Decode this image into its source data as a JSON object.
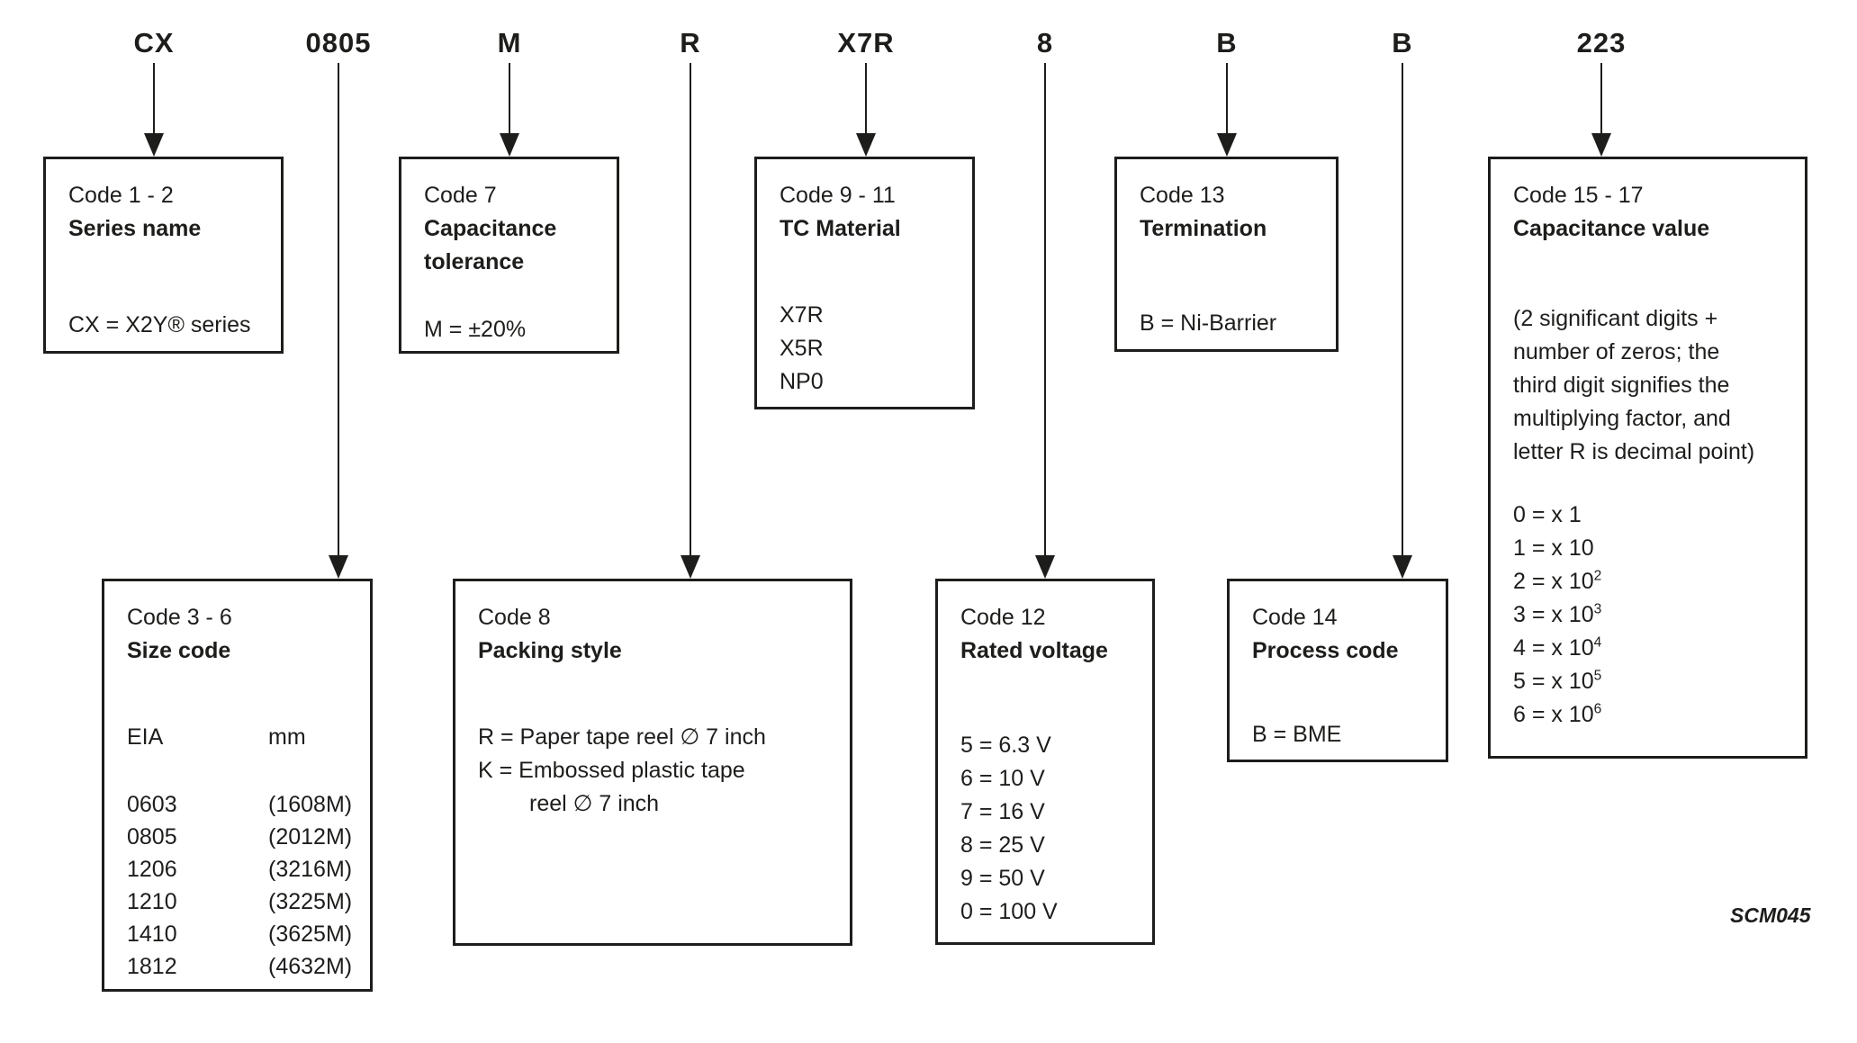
{
  "figure_code": "SCM045",
  "colors": {
    "ink": "#1d1d1b",
    "background": "#ffffff"
  },
  "segments": [
    {
      "label": "CX"
    },
    {
      "label": "0805"
    },
    {
      "label": "M"
    },
    {
      "label": "R"
    },
    {
      "label": "X7R"
    },
    {
      "label": "8"
    },
    {
      "label": "B"
    },
    {
      "label": "B"
    },
    {
      "label": "223"
    }
  ],
  "boxes": {
    "series": {
      "code": "Code 1 - 2",
      "title": "Series name",
      "value": "CX = X2Y® series"
    },
    "tolerance": {
      "code": "Code 7",
      "title": "Capacitance tolerance",
      "value": "M = ±20%"
    },
    "tc_material": {
      "code": "Code 9 - 11",
      "title": "TC Material",
      "items": [
        "X7R",
        "X5R",
        "NP0"
      ]
    },
    "termination": {
      "code": "Code 13",
      "title": "Termination",
      "value": "B = Ni-Barrier"
    },
    "cap_value": {
      "code": "Code 15 - 17",
      "title": "Capacitance value",
      "note_lines": [
        "(2 significant digits +",
        "number of zeros; the",
        "third digit signifies the",
        "multiplying factor, and",
        "letter R is decimal point)"
      ],
      "multipliers": [
        {
          "base": "0 = x 1",
          "sup": ""
        },
        {
          "base": "1 = x 10",
          "sup": ""
        },
        {
          "base": "2 = x 10",
          "sup": "2"
        },
        {
          "base": "3 = x 10",
          "sup": "3"
        },
        {
          "base": "4 = x 10",
          "sup": "4"
        },
        {
          "base": "5 = x 10",
          "sup": "5"
        },
        {
          "base": "6 = x 10",
          "sup": "6"
        }
      ]
    },
    "size": {
      "code": "Code 3 - 6",
      "title": "Size code",
      "col_headers": [
        "EIA",
        "mm"
      ],
      "rows": [
        [
          "0603",
          "(1608M)"
        ],
        [
          "0805",
          "(2012M)"
        ],
        [
          "1206",
          "(3216M)"
        ],
        [
          "1210",
          "(3225M)"
        ],
        [
          "1410",
          "(3625M)"
        ],
        [
          "1812",
          "(4632M)"
        ]
      ]
    },
    "packing": {
      "code": "Code 8",
      "title": "Packing style",
      "lines": [
        "R = Paper tape reel ∅ 7 inch",
        "K = Embossed plastic tape",
        "reel ∅ 7 inch"
      ]
    },
    "voltage": {
      "code": "Code 12",
      "title": "Rated voltage",
      "items": [
        "5 = 6.3 V",
        "6 = 10 V",
        "7 = 16 V",
        "8 = 25 V",
        "9 = 50 V",
        "0 = 100 V"
      ]
    },
    "process": {
      "code": "Code 14",
      "title": "Process code",
      "value": "B = BME"
    }
  }
}
